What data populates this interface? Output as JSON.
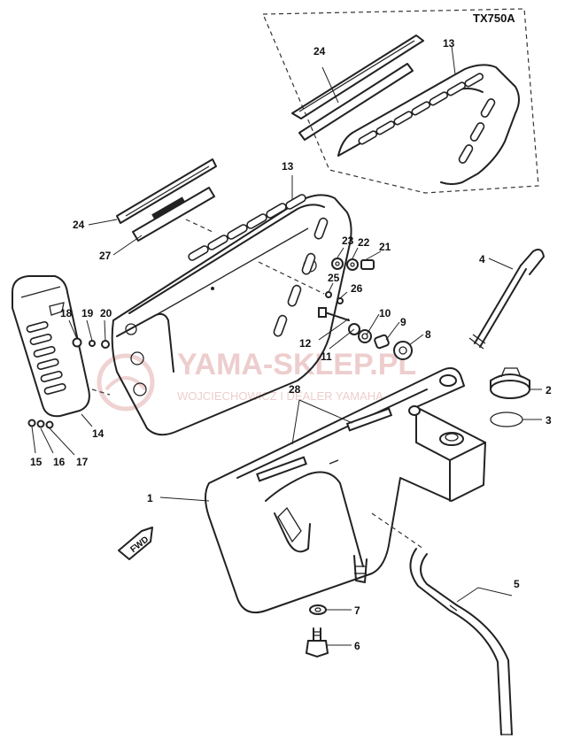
{
  "diagram": {
    "model_label": "TX750A",
    "fwd_label": "FWD",
    "watermark_main": "YAMA-SKLEP.PL",
    "watermark_sub": "WOJCIECHOWICZ I DEALER YAMAHA",
    "callouts": [
      {
        "id": "n1",
        "label": "1"
      },
      {
        "id": "n2",
        "label": "2"
      },
      {
        "id": "n3",
        "label": "3"
      },
      {
        "id": "n4",
        "label": "4"
      },
      {
        "id": "n5",
        "label": "5"
      },
      {
        "id": "n6",
        "label": "6"
      },
      {
        "id": "n7",
        "label": "7"
      },
      {
        "id": "n8",
        "label": "8"
      },
      {
        "id": "n9",
        "label": "9"
      },
      {
        "id": "n10",
        "label": "10"
      },
      {
        "id": "n11",
        "label": "11"
      },
      {
        "id": "n12",
        "label": "12"
      },
      {
        "id": "n13a",
        "label": "13"
      },
      {
        "id": "n13b",
        "label": "13"
      },
      {
        "id": "n14",
        "label": "14"
      },
      {
        "id": "n15",
        "label": "15"
      },
      {
        "id": "n16",
        "label": "16"
      },
      {
        "id": "n17",
        "label": "17"
      },
      {
        "id": "n18",
        "label": "18"
      },
      {
        "id": "n19",
        "label": "19"
      },
      {
        "id": "n20",
        "label": "20"
      },
      {
        "id": "n21",
        "label": "21"
      },
      {
        "id": "n22",
        "label": "22"
      },
      {
        "id": "n23",
        "label": "23"
      },
      {
        "id": "n24a",
        "label": "24"
      },
      {
        "id": "n24b",
        "label": "24"
      },
      {
        "id": "n25",
        "label": "25"
      },
      {
        "id": "n26",
        "label": "26"
      },
      {
        "id": "n27",
        "label": "27"
      },
      {
        "id": "n28",
        "label": "28"
      }
    ]
  }
}
